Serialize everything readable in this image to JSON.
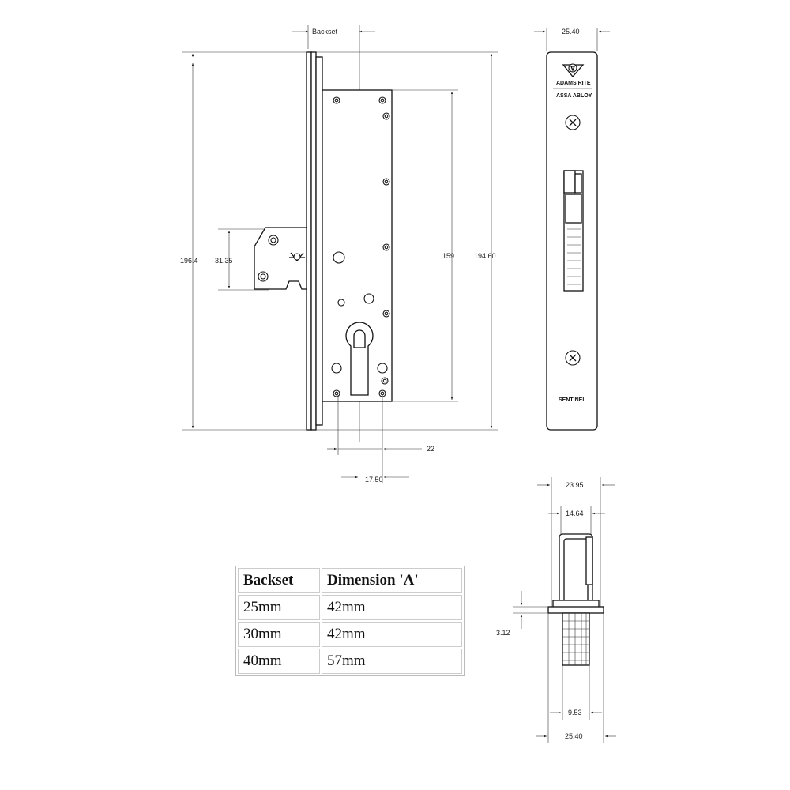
{
  "dimensions": {
    "backset": "Backset",
    "overall_height": "196.4",
    "hook_height": "31.35",
    "screw_centers": "159",
    "faceplate_height": "194.60",
    "dim_22": "22",
    "dim_17_50": "17.50",
    "faceplate_width": "25.40",
    "top_width": "23.95",
    "inner_width": "14.64",
    "thickness": "3.12",
    "bolt_width": "9.53",
    "bottom_width": "25.40"
  },
  "faceplate": {
    "brand_top": "ADAMS RITE",
    "brand_bottom": "ASSA ABLOY",
    "model": "SENTINEL"
  },
  "table": {
    "headers": [
      "Backset",
      "Dimension 'A'"
    ],
    "rows": [
      [
        "25mm",
        "42mm"
      ],
      [
        "30mm",
        "42mm"
      ],
      [
        "40mm",
        "57mm"
      ]
    ]
  }
}
